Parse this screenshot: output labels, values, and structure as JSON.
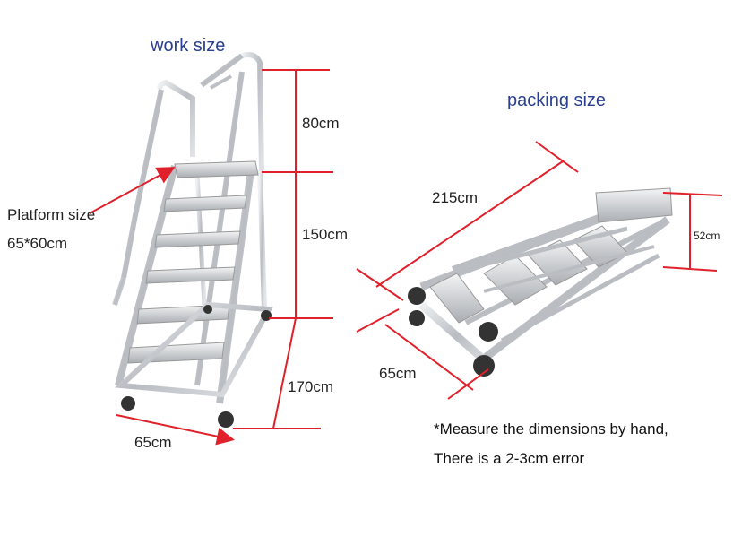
{
  "work": {
    "title": "work size",
    "platform_label": "Platform size",
    "platform_value": "65*60cm",
    "dim_top": "80cm",
    "dim_mid": "150cm",
    "dim_bottom": "170cm",
    "dim_width": "65cm"
  },
  "packing": {
    "title": "packing size",
    "dim_length": "215cm",
    "dim_width": "65cm",
    "dim_height": "52cm"
  },
  "note": {
    "line1": "*Measure the dimensions by hand,",
    "line2": "There is a 2-3cm error"
  },
  "colors": {
    "dimension_line": "#e0202a",
    "title": "#2a3f8f",
    "metal": "#c9ccd0"
  }
}
